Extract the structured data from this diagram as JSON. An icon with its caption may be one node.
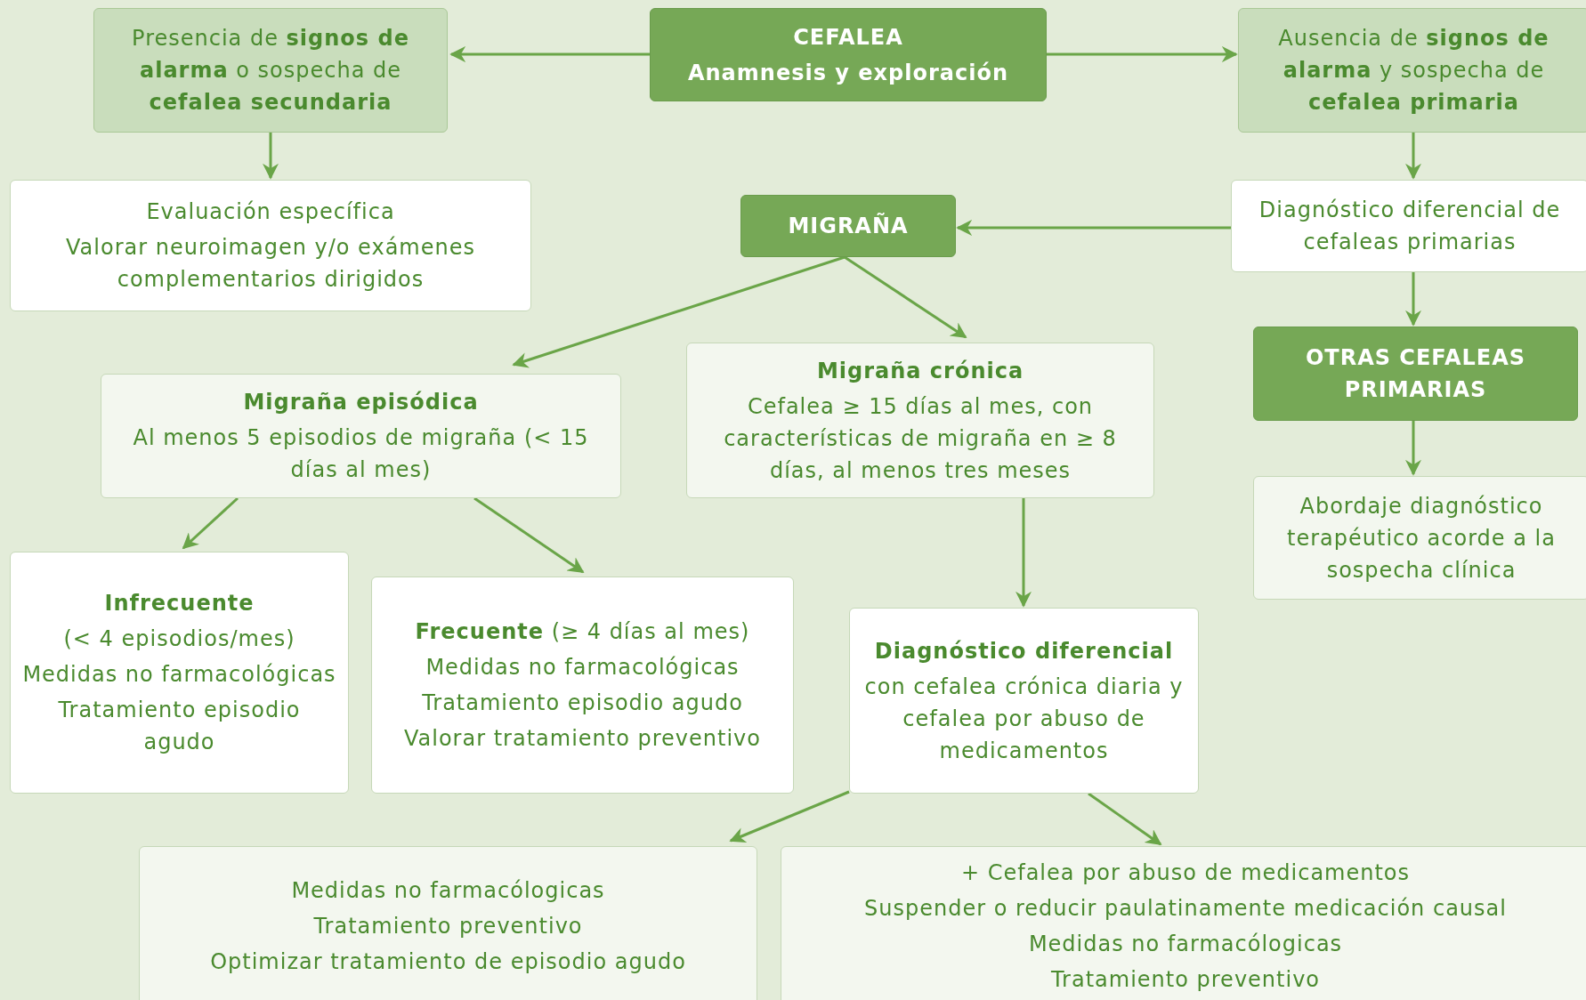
{
  "diagram": {
    "nodes": [
      {
        "text": [
          "CEFALEA",
          "Anamnesis y exploración"
        ]
      },
      {
        "text": [
          "Presencia de **signos de alarma** o sospecha de **cefalea secundaria**"
        ]
      },
      {
        "text": [
          "Ausencia de **signos de alarma** y sospecha de **cefalea primaria**"
        ]
      },
      {
        "text": [
          "Evaluación específica",
          "Valorar neuroimagen y/o exámenes complementarios dirigidos"
        ]
      },
      {
        "text": [
          "MIGRAÑA"
        ]
      },
      {
        "text": [
          "Diagnóstico diferencial de cefaleas primarias"
        ]
      },
      {
        "text": [
          "Migraña episódica",
          "Al menos 5 episodios de migraña (< 15 días al mes)"
        ]
      },
      {
        "text": [
          "Migraña crónica",
          "Cefalea ≥ 15 días al mes, con características de migraña en ≥ 8 días, al menos tres meses"
        ]
      },
      {
        "text": [
          "OTRAS CEFALEAS PRIMARIAS"
        ]
      },
      {
        "text": [
          "Infrecuente",
          "(< 4 episodios/mes)",
          "Medidas no farmacológicas",
          "Tratamiento episodio agudo"
        ]
      },
      {
        "text": [
          "**Frecuente** (≥ 4 días al mes)",
          "Medidas no farmacológicas",
          "Tratamiento episodio agudo",
          "Valorar tratamiento preventivo"
        ]
      },
      {
        "text": [
          "Abordaje diagnóstico terapéutico acorde a la sospecha clínica"
        ]
      },
      {
        "text": [
          "Diagnóstico diferencial",
          "con cefalea crónica diaria y cefalea por abuso de medicamentos"
        ]
      },
      {
        "text": [
          "Medidas no farmacólogicas",
          "Tratamiento preventivo",
          "Optimizar tratamiento de episodio agudo"
        ]
      },
      {
        "text": [
          "+ Cefalea por abuso de medicamentos",
          "Suspender o reducir paulatinamente medicación causal",
          "Medidas no farmacólogicas",
          "Tratamiento preventivo"
        ]
      }
    ],
    "edges": [
      {
        "from": 0,
        "to": 1,
        "arrow": "to"
      },
      {
        "from": 0,
        "to": 2,
        "arrow": "to"
      },
      {
        "from": 1,
        "to": 3,
        "arrow": "to"
      },
      {
        "from": 2,
        "to": 5,
        "arrow": "to"
      },
      {
        "from": 5,
        "to": 4,
        "arrow": "to"
      },
      {
        "from": 5,
        "to": 8,
        "arrow": "to"
      },
      {
        "from": 8,
        "to": 11,
        "arrow": "to"
      },
      {
        "from": 4,
        "to": 6,
        "arrow": "to"
      },
      {
        "from": 4,
        "to": 7,
        "arrow": "to"
      },
      {
        "from": 6,
        "to": 9,
        "arrow": "to"
      },
      {
        "from": 6,
        "to": 10,
        "arrow": "to"
      },
      {
        "from": 7,
        "to": 12,
        "arrow": "to"
      },
      {
        "from": 12,
        "to": 13,
        "arrow": "to"
      },
      {
        "from": 12,
        "to": 14,
        "arrow": "to"
      }
    ]
  }
}
